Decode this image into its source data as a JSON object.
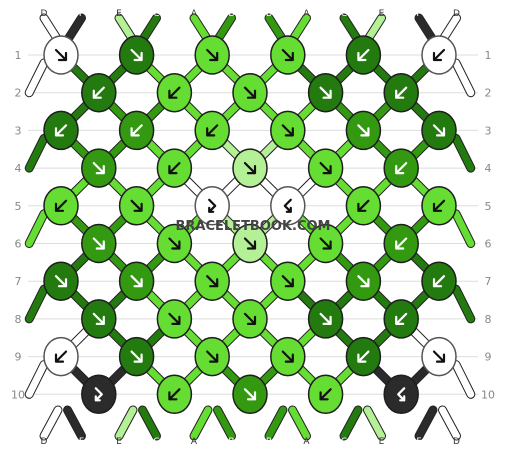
{
  "watermark": "BRACELETBOOK.COM",
  "colors": {
    "A": "#66dd33",
    "B": "#339911",
    "C": "#237a0e",
    "D": "#ffffff",
    "E": "#b4f096",
    "F": "#2b2b2b"
  },
  "row_labels": [
    "1",
    "2",
    "3",
    "4",
    "5",
    "6",
    "7",
    "8",
    "9",
    "10"
  ],
  "strands_top": [
    "D",
    "F",
    "E",
    "C",
    "A",
    "B",
    "B",
    "A",
    "C",
    "E",
    "F",
    "D"
  ],
  "strands_bottom": [
    "D",
    "F",
    "E",
    "C",
    "A",
    "B",
    "B",
    "A",
    "C",
    "E",
    "F",
    "D"
  ],
  "knots": [
    [
      [
        "D",
        "se"
      ],
      [
        "C",
        "se"
      ],
      [
        "A",
        "se"
      ],
      [
        "A",
        "se"
      ],
      [
        "C",
        "sw"
      ],
      [
        "D",
        "sw"
      ]
    ],
    [
      [
        "C",
        "sw"
      ],
      [
        "A",
        "sw"
      ],
      [
        "A",
        "se"
      ],
      [
        "C",
        "se"
      ],
      [
        "C",
        "sw"
      ]
    ],
    [
      [
        "C",
        "sw"
      ],
      [
        "B",
        "sw"
      ],
      [
        "A",
        "sw"
      ],
      [
        "A",
        "se"
      ],
      [
        "B",
        "se"
      ],
      [
        "C",
        "se"
      ]
    ],
    [
      [
        "B",
        "se"
      ],
      [
        "A",
        "sw"
      ],
      [
        "E",
        "se"
      ],
      [
        "A",
        "se"
      ],
      [
        "B",
        "sw"
      ]
    ],
    [
      [
        "A",
        "sw"
      ],
      [
        "A",
        "se"
      ],
      [
        "D",
        "ret-r"
      ],
      [
        "D",
        "ret-l"
      ],
      [
        "A",
        "sw"
      ],
      [
        "A",
        "sw"
      ]
    ],
    [
      [
        "B",
        "se"
      ],
      [
        "A",
        "se"
      ],
      [
        "E",
        "se"
      ],
      [
        "A",
        "se"
      ],
      [
        "B",
        "sw"
      ]
    ],
    [
      [
        "C",
        "se"
      ],
      [
        "B",
        "se"
      ],
      [
        "A",
        "se"
      ],
      [
        "A",
        "se"
      ],
      [
        "B",
        "se"
      ],
      [
        "C",
        "sw"
      ]
    ],
    [
      [
        "C",
        "se"
      ],
      [
        "A",
        "se"
      ],
      [
        "A",
        "se"
      ],
      [
        "C",
        "se"
      ],
      [
        "C",
        "sw"
      ]
    ],
    [
      [
        "D",
        "sw"
      ],
      [
        "C",
        "se"
      ],
      [
        "A",
        "se"
      ],
      [
        "A",
        "se"
      ],
      [
        "C",
        "sw"
      ],
      [
        "D",
        "se"
      ]
    ],
    [
      [
        "F",
        "ret-r"
      ],
      [
        "A",
        "sw"
      ],
      [
        "B",
        "se"
      ],
      [
        "A",
        "sw"
      ],
      [
        "F",
        "ret-l"
      ]
    ]
  ]
}
